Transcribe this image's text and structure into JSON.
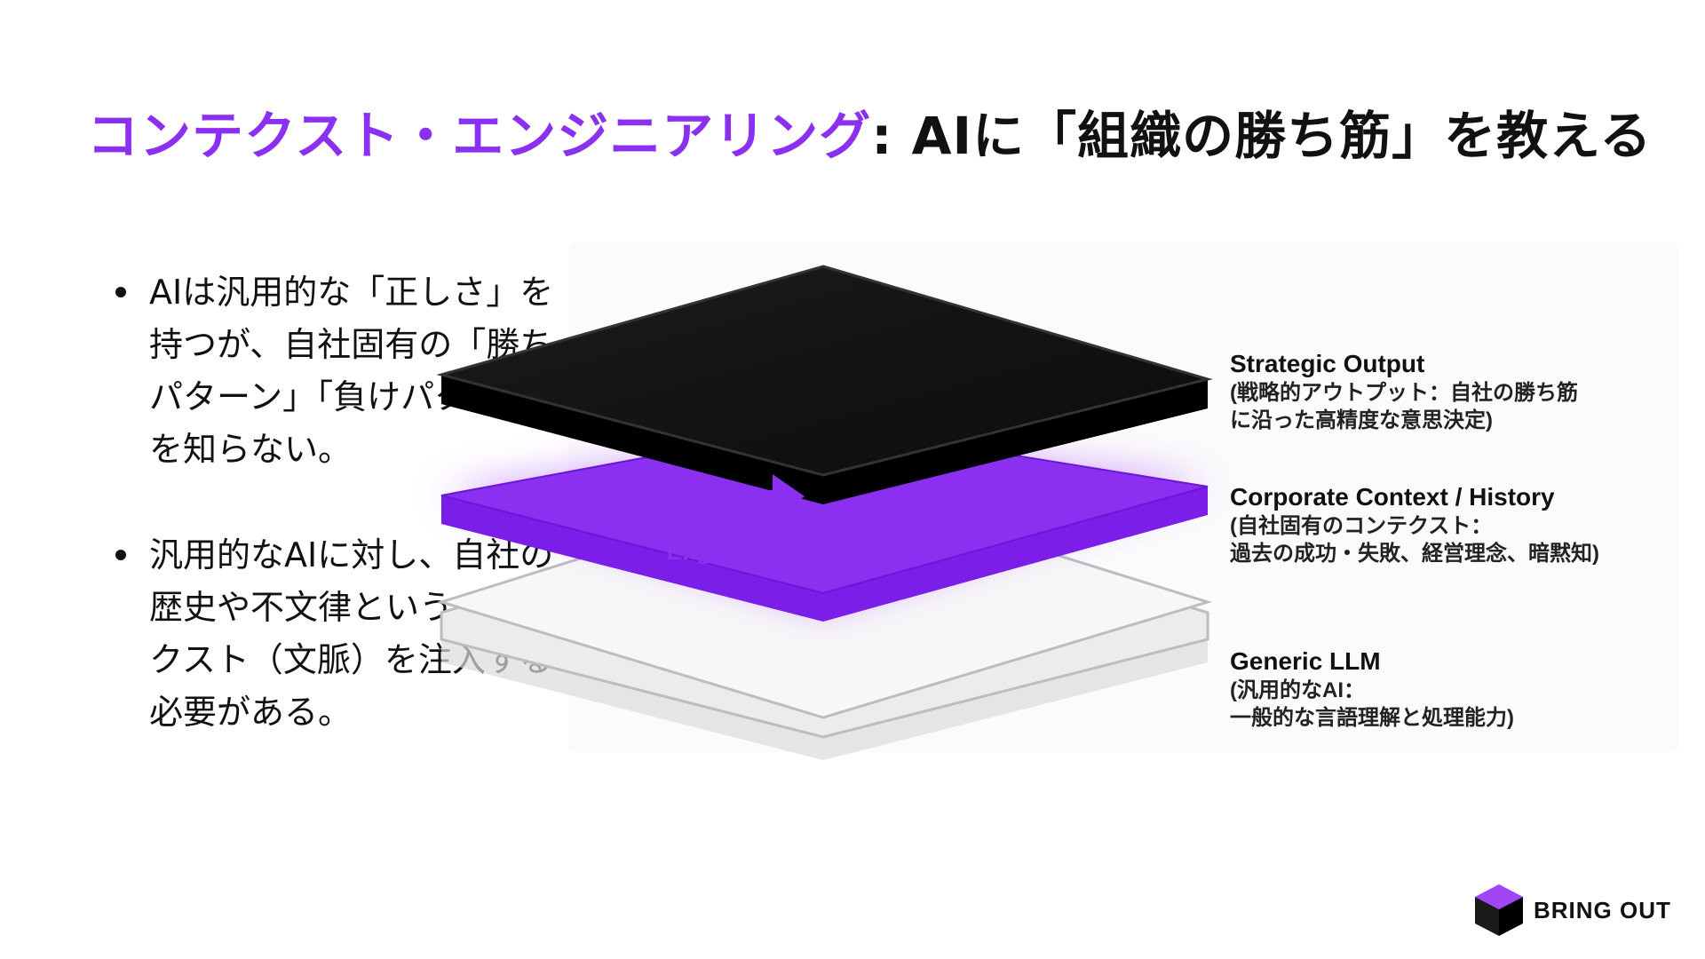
{
  "slide": {
    "title_accent": "コンテクスト・エンジニアリング",
    "title_rest": ": AIに「組織の勝ち筋」を教える"
  },
  "bullets": [
    {
      "lines": [
        "AIは汎用的な「正しさ」を",
        "持つが、自社固有の「勝ち",
        "パターン」「負けパターン」",
        "を知らない。"
      ]
    },
    {
      "lines": [
        "汎用的なAIに対し、自社の",
        "歴史や不文律というコンテ",
        "クスト（文脈）を注入する",
        "必要がある。"
      ]
    }
  ],
  "diagram": {
    "arrow_label": [
      "Context",
      "Engineering"
    ],
    "layers": [
      {
        "name": "Strategic Output",
        "desc": [
          "(戦略的アウトプット：自社の勝ち筋",
          "に沿った高精度な意思決定)"
        ],
        "color": "#111111"
      },
      {
        "name": "Corporate Context / History",
        "desc": [
          "(自社固有のコンテクスト：",
          "過去の成功・失敗、経営理念、暗黙知)"
        ],
        "color": "#8b2ff0"
      },
      {
        "name": "Generic LLM",
        "desc": [
          "(汎用的なAI：",
          "一般的な言語理解と処理能力)"
        ],
        "color": "#f2f2f2"
      }
    ]
  },
  "brand": {
    "name": "BRING OUT",
    "accent": "#8b2ff0"
  },
  "colors": {
    "accent": "#8b2ff0",
    "text": "#111111"
  },
  "icons": {
    "arrow": "arrow-right-icon",
    "logo": "cube-logo-icon"
  }
}
